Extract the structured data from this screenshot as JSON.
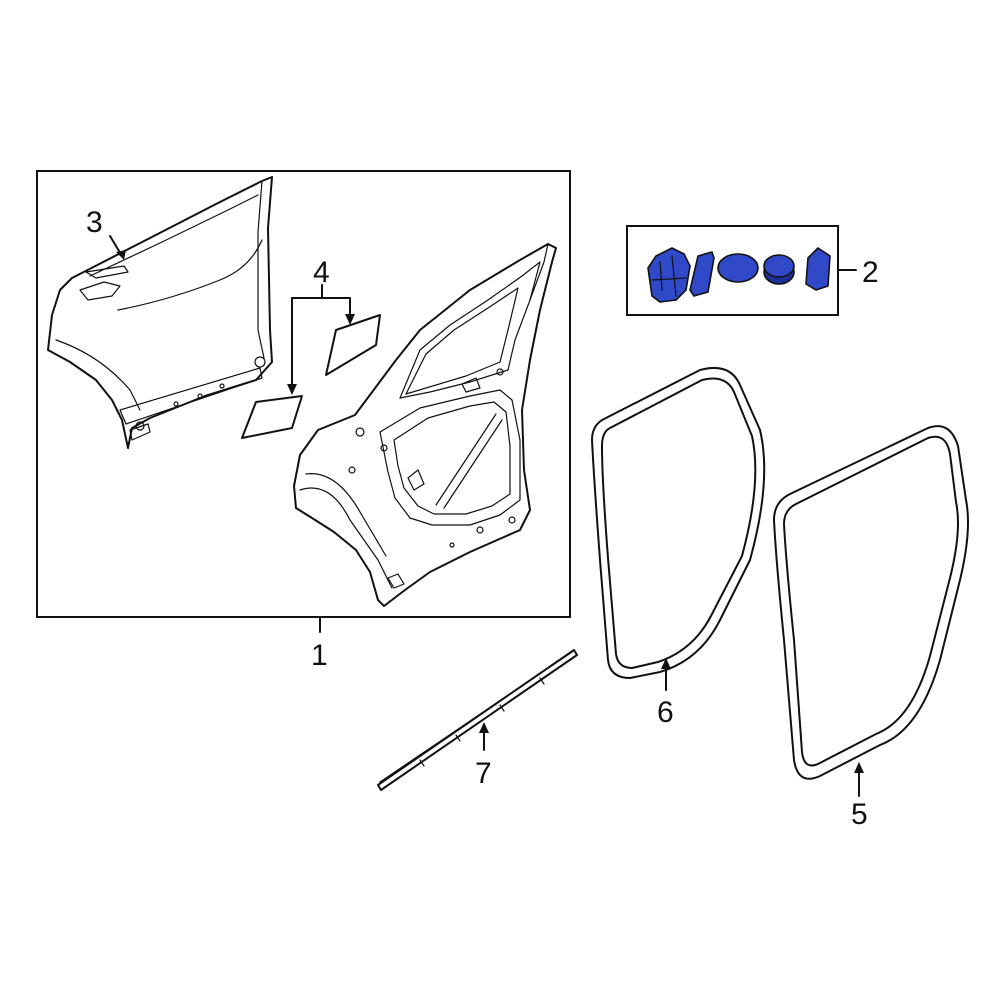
{
  "callouts": {
    "c1": "1",
    "c2": "2",
    "c3": "3",
    "c4": "4",
    "c5": "5",
    "c6": "6",
    "c7": "7"
  },
  "colors": {
    "line": "#111111",
    "highlight": "#2f49c8",
    "highlight_dark": "#1c2f96",
    "background": "#ffffff"
  }
}
